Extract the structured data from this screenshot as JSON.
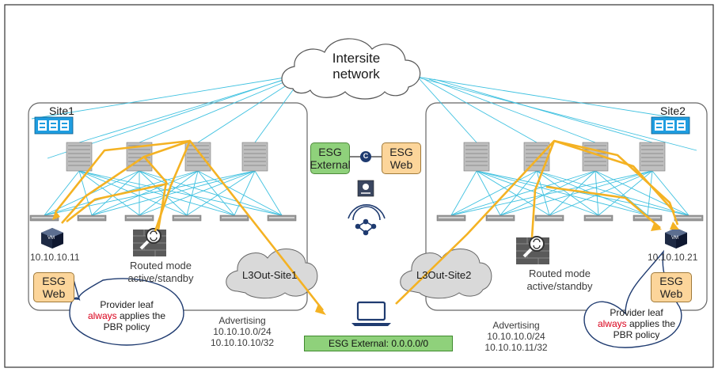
{
  "network": {
    "title_line1": "Intersite",
    "title_line2": "network"
  },
  "sites": {
    "site1": {
      "name": "Site1",
      "vm_ip": "10.10.10.11",
      "vm_label": "VM",
      "firewall_line1": "Routed mode",
      "firewall_line2": "active/standby",
      "esg_line1": "ESG",
      "esg_line2": "Web",
      "l3out": "L3Out-Site1",
      "callout_line1": "Provider leaf",
      "callout_word": "always",
      "callout_rest": " applies the",
      "callout_line3": "PBR policy",
      "adv_title": "Advertising",
      "adv_1": "10.10.10.0/24",
      "adv_2": "10.10.10.10/32"
    },
    "site2": {
      "name": "Site2",
      "vm_ip": "10.10.10.21",
      "vm_label": "VM",
      "firewall_line1": "Routed mode",
      "firewall_line2": "active/standby",
      "esg_line1": "ESG",
      "esg_line2": "Web",
      "l3out": "L3Out-Site2",
      "callout_line1": "Provider leaf",
      "callout_word": "always",
      "callout_rest": " applies the",
      "callout_line3": "PBR policy",
      "adv_title": "Advertising",
      "adv_1": "10.10.10.0/24",
      "adv_2": "10.10.10.11/32"
    }
  },
  "contract": {
    "external_line1": "ESG",
    "external_line2": "External",
    "web_line1": "ESG",
    "web_line2": "Web",
    "contract_letter": "C"
  },
  "external_bar": "ESG External: 0.0.0.0/0",
  "colors": {
    "traffic": "#f4b223",
    "links": "#3ec1e0",
    "site_border": "#666666",
    "esg_orange": "#fcd59a",
    "esg_green": "#8fd17b",
    "callout_border": "#1f3b70",
    "apic_blue": "#1f9de0"
  }
}
